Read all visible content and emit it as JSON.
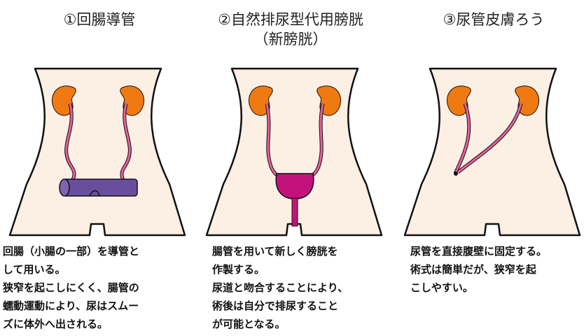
{
  "colors": {
    "body_fill": "#fcefe4",
    "outline": "#111111",
    "kidney": "#f07a12",
    "ureter": "#e7629a",
    "ileal_conduit": "#6a4e9e",
    "neobladder": "#c3137b"
  },
  "panels": [
    {
      "title": "①回腸導管",
      "subtitle": "",
      "description": [
        "回腸（小腸の一部）を導管と",
        "して用いる。",
        "狭窄を起こしにくく、腸管の",
        "蠕動運動により、尿はスムー",
        "ズに体外へ出される。"
      ]
    },
    {
      "title": "②自然排尿型代用膀胱",
      "subtitle": "（新膀胱）",
      "description": [
        "腸管を用いて新しく膀胱を",
        "作製する。",
        "尿道と吻合することにより、",
        "術後は自分で排尿すること",
        "が可能となる。"
      ]
    },
    {
      "title": "③尿管皮膚ろう",
      "subtitle": "",
      "description": [
        "尿管を直接腹壁に固定する。",
        "術式は簡単だが、狭窄を起",
        "こしやすい。"
      ]
    }
  ]
}
